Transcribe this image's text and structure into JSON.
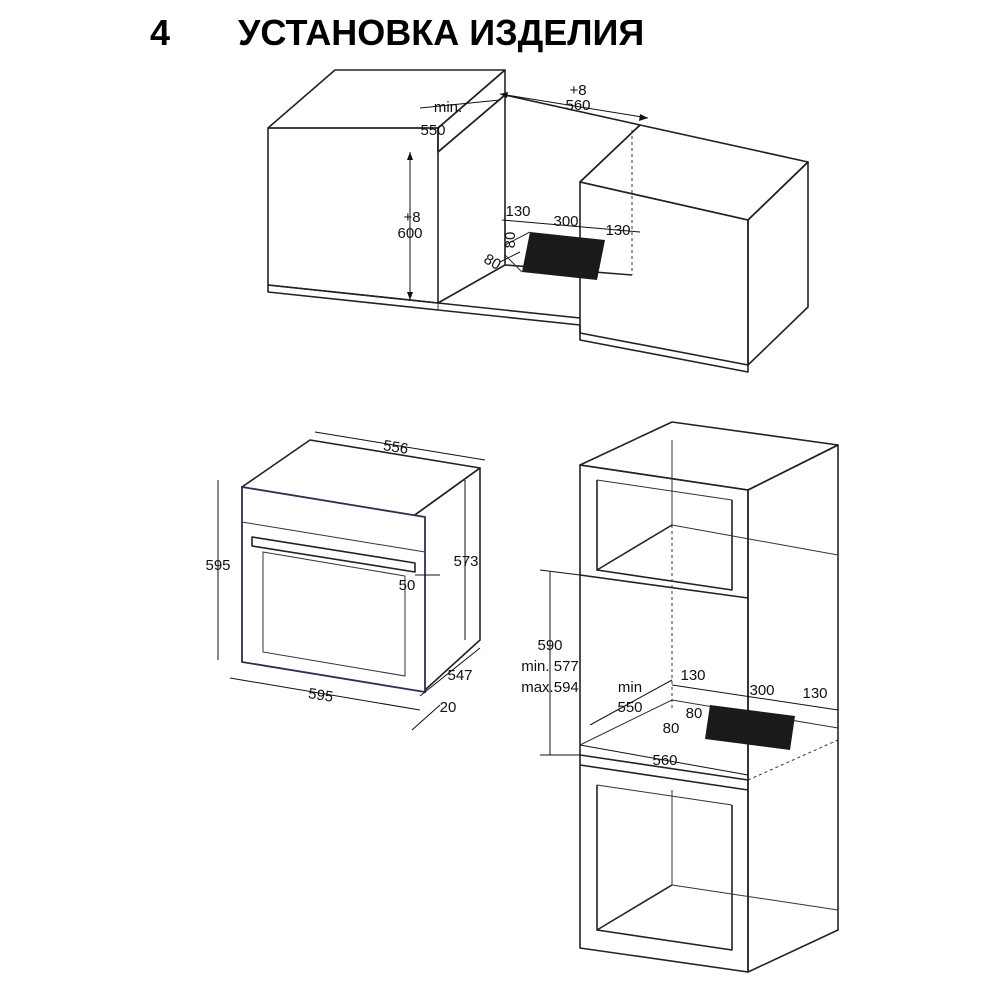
{
  "header": {
    "section_number": "4",
    "section_title": "УСТАНОВКА ИЗДЕЛИЯ"
  },
  "counter_install": {
    "depth_min_label": "min.",
    "depth_min_value": "550",
    "width_tolerance": "+8",
    "width_value": "560",
    "height_tolerance": "+8",
    "height_value": "600",
    "vent_left": "130",
    "vent_center": "300",
    "vent_right": "130",
    "vent_height": "80",
    "vent_depth": "80"
  },
  "oven_dims": {
    "top_depth": "556",
    "front_height": "595",
    "body_height": "573",
    "handle_offset": "50",
    "body_depth": "547",
    "front_width": "595",
    "front_thickness": "20"
  },
  "column_install": {
    "niche_height": "590",
    "niche_min": "min. 577",
    "niche_max": "max.594",
    "depth_min_label": "min",
    "depth_min_value": "550",
    "width_value": "560",
    "vent_left": "130",
    "vent_center": "300",
    "vent_right": "130",
    "vent_height": "80",
    "vent_depth": "80"
  },
  "colors": {
    "line": "#222222",
    "text": "#111111",
    "oven_edge": "#2d2d5a",
    "background": "#ffffff"
  }
}
